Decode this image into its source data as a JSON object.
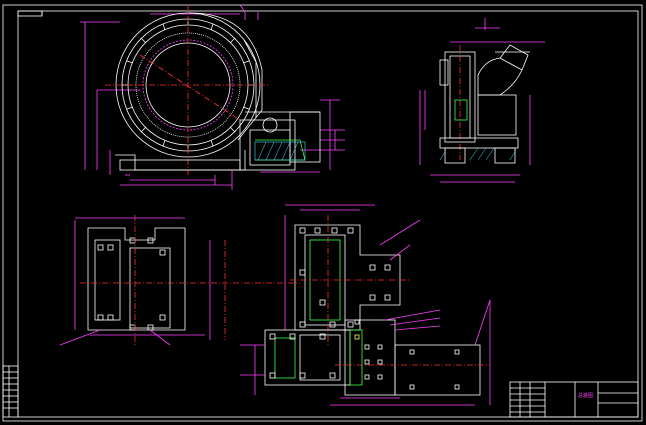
{
  "colors": {
    "background": "#000000",
    "frame": "#ffffff",
    "dimension": "#ff40ff",
    "outline": "#ffffff",
    "centerline": "#ff3030",
    "hatch": "#40e0ff",
    "structure": "#40ff40",
    "title_text": "#ffff40"
  },
  "title_block": {
    "part_label": "总装图",
    "company": "",
    "drawing_no": "",
    "scale": "",
    "sheet": ""
  },
  "side_note": {
    "title": "",
    "subtitle": ""
  },
  "views": [
    {
      "name": "front-view-circular-housing"
    },
    {
      "name": "side-view-assembly"
    },
    {
      "name": "plan-view-left-base"
    },
    {
      "name": "plan-view-center-frame"
    },
    {
      "name": "plan-view-right-plate"
    }
  ]
}
